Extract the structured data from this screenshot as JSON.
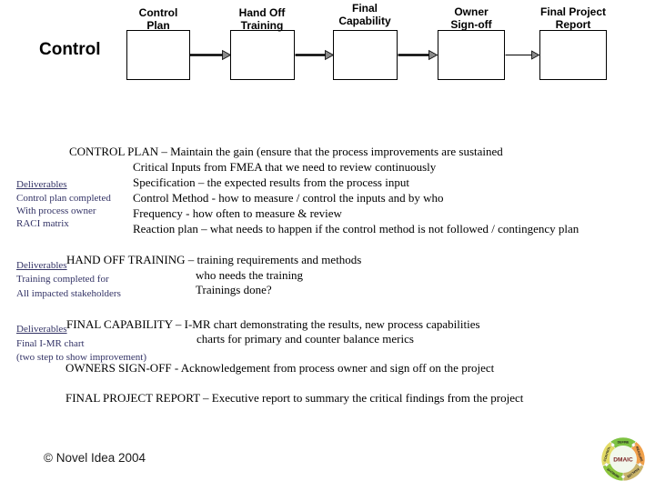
{
  "stage_label": "Control",
  "flow": {
    "boxes": [
      {
        "label": "Control\nPlan"
      },
      {
        "label": "Hand Off\nTraining"
      },
      {
        "label": "Final\nCapability"
      },
      {
        "label": "Owner\nSign-off"
      },
      {
        "label": "Final Project\nReport"
      }
    ]
  },
  "sections": [
    {
      "heading": "CONTROL PLAN – Maintain the gain (ensure that the process improvements are sustained",
      "lines": [
        "Critical Inputs from FMEA that we need to review continuously",
        "Specification – the expected results from the process input",
        "Control Method  - how to measure / control the inputs and by who",
        "Frequency -  how often to measure & review",
        "Reaction plan – what needs to happen if the control method is not followed / contingency plan"
      ],
      "deliverables": {
        "title": "Deliverables",
        "items": [
          "Control plan completed",
          "With process owner",
          "RACI matrix"
        ]
      }
    },
    {
      "heading": "HAND OFF TRAINING – training requirements and methods",
      "lines": [
        "who needs the training",
        "Trainings done?"
      ],
      "deliverables": {
        "title": "Deliverables",
        "items": [
          "Training completed for",
          "All impacted stakeholders"
        ]
      }
    },
    {
      "heading": "FINAL CAPABILITY – I-MR chart demonstrating the results, new process capabilities",
      "lines": [
        "charts for primary and counter balance merics"
      ],
      "deliverables": {
        "title": "Deliverables",
        "items": [
          "Final I-MR chart",
          "(two step to show improvement)"
        ]
      }
    },
    {
      "heading": "OWNERS SIGN-OFF  -  Acknowledgement from process owner and sign off on the project"
    },
    {
      "heading": "FINAL PROJECT REPORT – Executive report to summary the critical findings from the project"
    }
  ],
  "footer": {
    "copyright": "© Novel Idea 2004"
  },
  "logo": {
    "center": "DMAIC",
    "segments": [
      "DEFINE",
      "MEASURE",
      "ANALYZE",
      "IMPROVE",
      "CONTROL"
    ],
    "segment_colors": [
      "#7dc242",
      "#f0a04a",
      "#c9b46a",
      "#8dc63f",
      "#e3db66"
    ],
    "center_text_color": "#7a1f1f"
  },
  "colors": {
    "deliverables_text": "#333366",
    "arrow_head": "#8a8a8a",
    "box_border": "#000000",
    "background": "#ffffff"
  }
}
